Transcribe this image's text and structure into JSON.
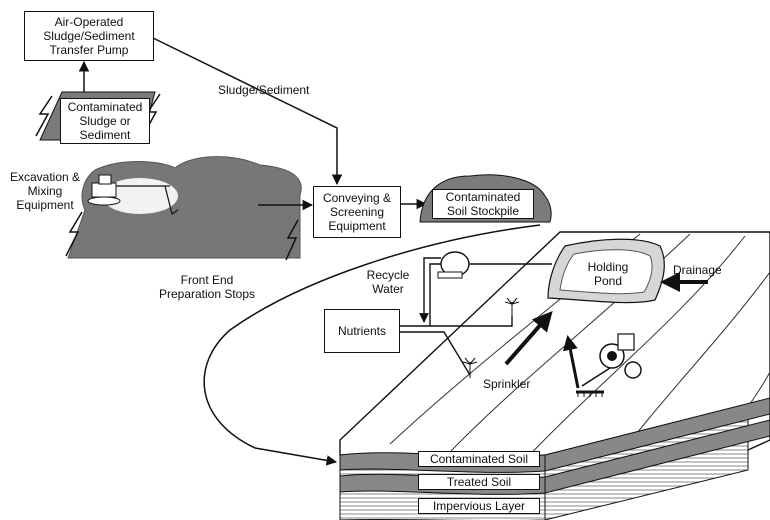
{
  "labels": {
    "pump": "Air-Operated Sludge/Sediment Transfer Pump",
    "pump_line1": "Air-Operated",
    "pump_line2": "Sludge/Sediment",
    "pump_line3": "Transfer Pump",
    "sludge_line1": "Contaminated",
    "sludge_line2": "Sludge or",
    "sludge_line3": "Sediment",
    "sludge_sediment": "Sludge/Sediment",
    "excavation_line1": "Excavation &",
    "excavation_line2": "Mixing",
    "excavation_line3": "Equipment",
    "conveying_line1": "Conveying &",
    "conveying_line2": "Screening",
    "conveying_line3": "Equipment",
    "stockpile_line1": "Contaminated",
    "stockpile_line2": "Soil Stockpile",
    "front_end_line1": "Front End",
    "front_end_line2": "Preparation Stops",
    "recycle_line1": "Recycle",
    "recycle_line2": "Water",
    "nutrients": "Nutrients",
    "holding_line1": "Holding",
    "holding_line2": "Pond",
    "drainage": "Drainage",
    "sprinkler": "Sprinkler",
    "contaminated_soil": "Contaminated Soil",
    "treated_soil": "Treated Soil",
    "impervious_layer": "Impervious Layer"
  }
}
